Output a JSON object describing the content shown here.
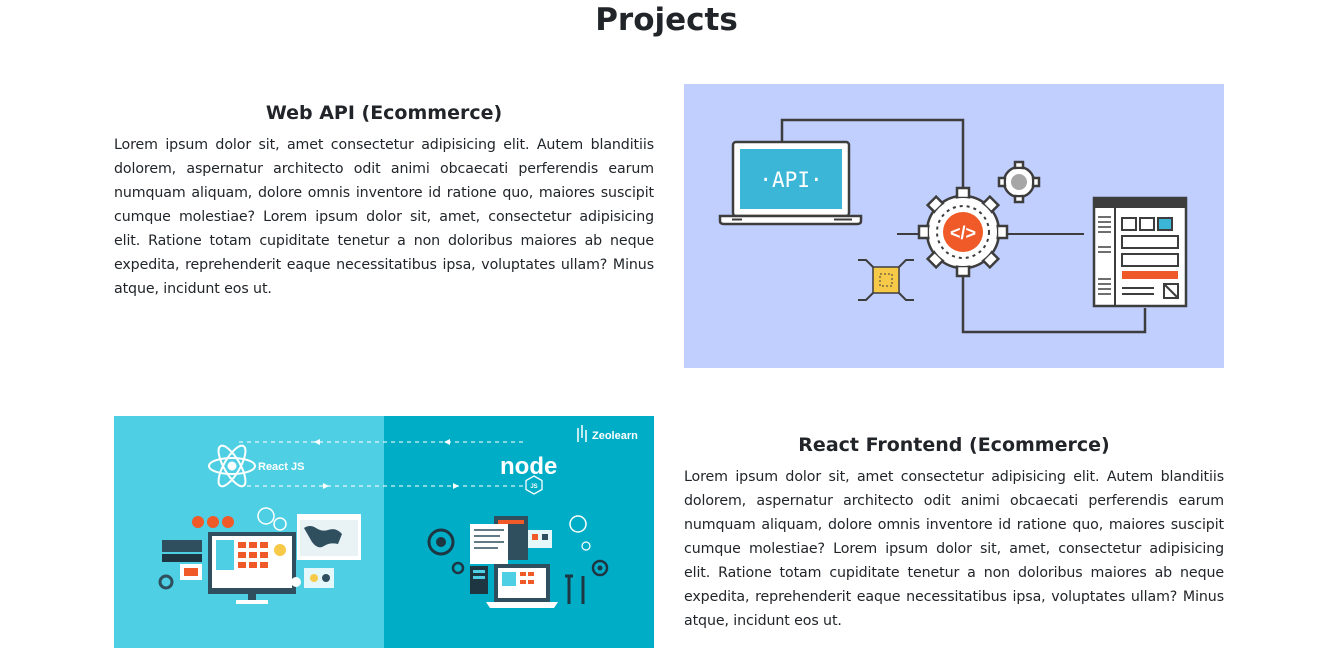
{
  "page": {
    "title": "Projects"
  },
  "projects": [
    {
      "title": "Web API (Ecommerce)",
      "description": "Lorem ipsum dolor sit, amet consectetur adipisicing elit. Autem blanditiis dolorem, aspernatur architecto odit animi obcaecati perferendis earum numquam aliquam, dolore omnis inventore id ratione quo, maiores suscipit cumque molestiae? Lorem ipsum dolor sit, amet, consectetur adipisicing elit. Ratione totam cupiditate tenetur a non doloribus maiores ab neque expedita, reprehenderit eaque necessitatibus ipsa, voluptates ullam? Minus atque, incidunt eos ut.",
      "image": {
        "screen_text": "·API·",
        "background": "#c1cfff",
        "accent": "#f05a28"
      }
    },
    {
      "title": "React Frontend (Ecommerce)",
      "description": "Lorem ipsum dolor sit, amet consectetur adipisicing elit. Autem blanditiis dolorem, aspernatur architecto odit animi obcaecati perferendis earum numquam aliquam, dolore omnis inventore id ratione quo, maiores suscipit cumque molestiae? Lorem ipsum dolor sit, amet, consectetur adipisicing elit. Ratione totam cupiditate tenetur a non doloribus maiores ab neque expedita, reprehenderit eaque necessitatibus ipsa, voluptates ullam? Minus atque, incidunt eos ut.",
      "image": {
        "react_label": "React JS",
        "node_label": "node",
        "node_badge": "JS",
        "brand": "Zeolearn",
        "left_background": "#4ecfe3",
        "right_background": "#00adc6"
      }
    }
  ]
}
